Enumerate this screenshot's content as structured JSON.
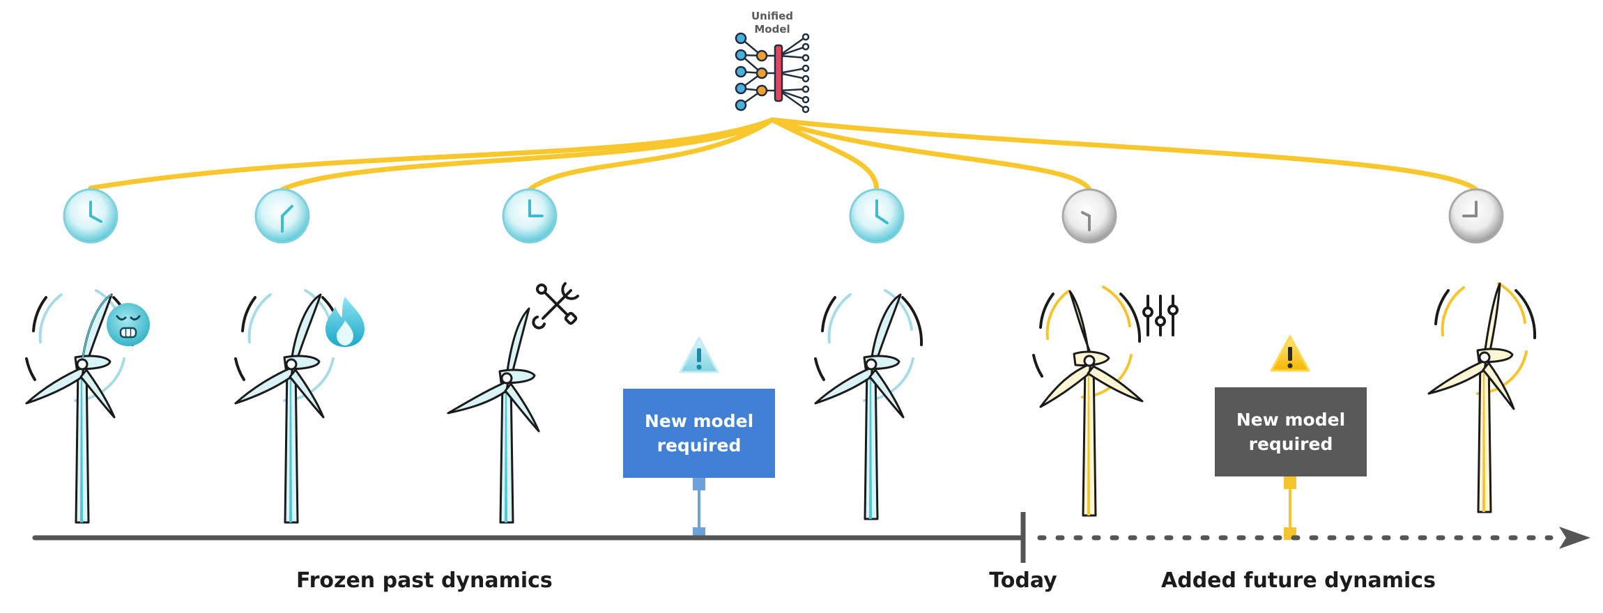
{
  "unified_model": {
    "line1": "Unified",
    "line2": "Model",
    "icon": "neural-network-icon"
  },
  "timeline": {
    "past_label": "Frozen past dynamics",
    "today_label": "Today",
    "future_label": "Added future dynamics"
  },
  "callouts": [
    {
      "line1": "New model",
      "line2": "required",
      "fill": "#4280d6",
      "connector": "#6fa1dc",
      "warning_icon": "warning-icon"
    },
    {
      "line1": "New model",
      "line2": "required",
      "fill": "#595959",
      "connector": "#f5c32c",
      "warning_icon": "warning-icon"
    }
  ],
  "turbines": [
    {
      "era": "past",
      "badge": "cold-face-icon"
    },
    {
      "era": "past",
      "badge": "fire-icon"
    },
    {
      "era": "past",
      "badge": "tools-icon"
    },
    {
      "era": "past",
      "badge": ""
    },
    {
      "era": "future",
      "badge": "sliders-icon"
    },
    {
      "era": "future",
      "badge": ""
    }
  ],
  "colors": {
    "past": "#4fc6d4",
    "future": "#f5c32c",
    "connector_lines": "#f8c72e",
    "axis": "#555555",
    "future_clock": "#9a9a9a"
  }
}
